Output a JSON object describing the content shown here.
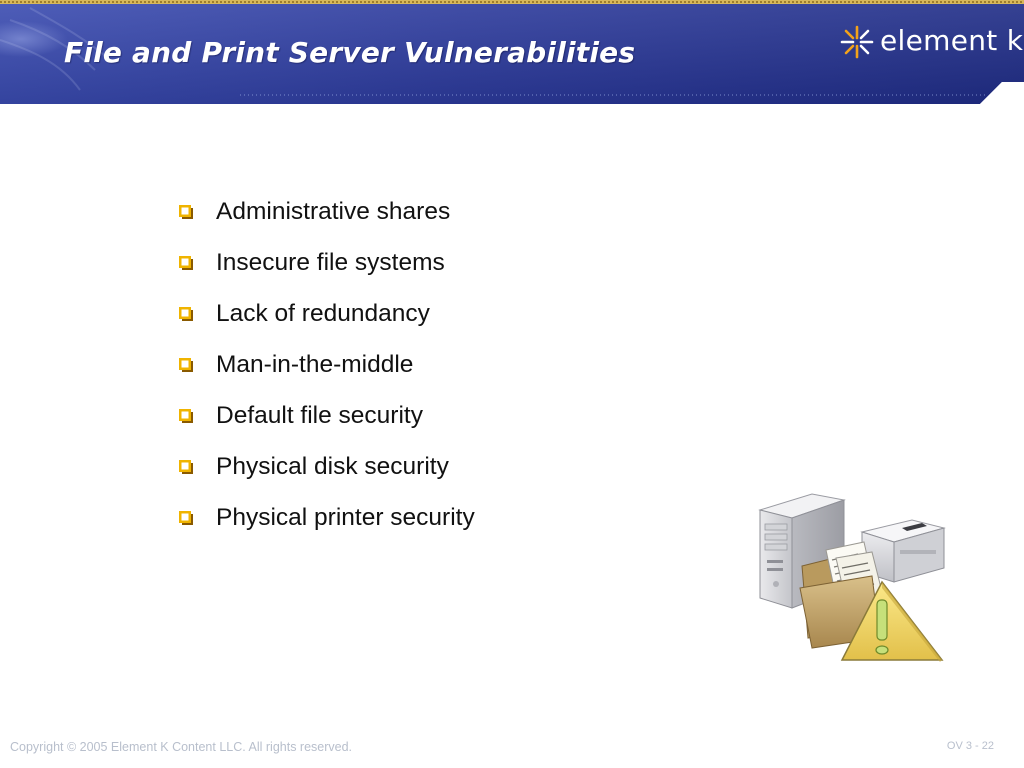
{
  "slide": {
    "title": "File and Print Server Vulnerabilities",
    "logo_text": "element k",
    "bullets": [
      "Administrative shares",
      "Insecure file systems",
      "Lack of redundancy",
      "Man-in-the-middle",
      "Default file security",
      "Physical disk security",
      "Physical printer security"
    ],
    "copyright": "Copyright © 2005 Element K Content LLC. All rights reserved.",
    "page_number": "OV 3 - 22"
  },
  "icons": {
    "bullet": "hollow-square-bullet-icon",
    "logo": "element-k-star-icon",
    "illustration": "server-printer-folder-warning-icon"
  },
  "colors": {
    "header_blue": "#2e3d9e",
    "header_blue_light": "#5a6cc8",
    "gold_trim": "#c9a23a",
    "bullet_gold": "#f0b400",
    "text": "#111111",
    "footer_text": "#b8bfcc"
  }
}
